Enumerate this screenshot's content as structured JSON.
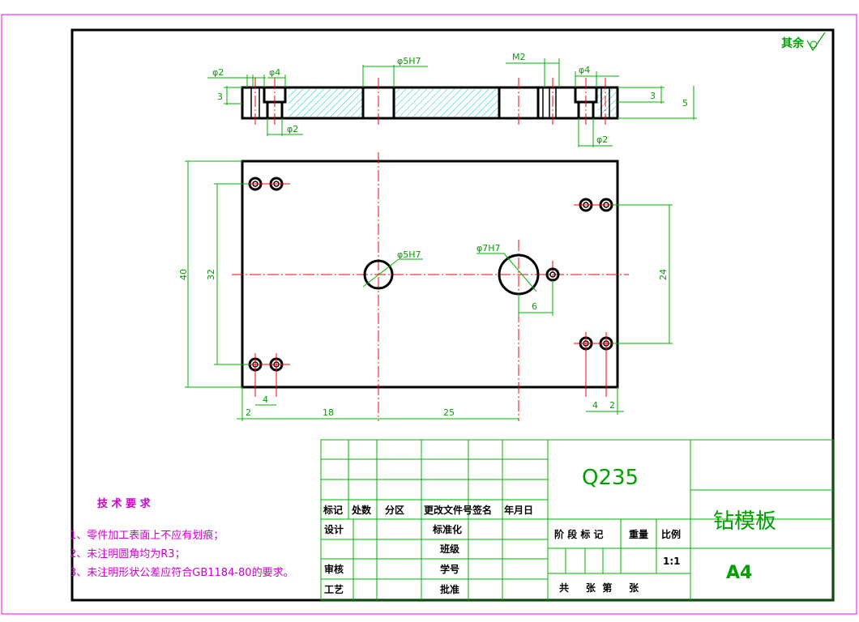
{
  "roughness": {
    "label": "其余"
  },
  "top_view_dims": {
    "d2_left": "φ2",
    "d4_left": "φ4",
    "d5h7": "φ5H7",
    "m2": "M2",
    "d4_right": "φ4",
    "h3_left": "3",
    "h3_right": "3",
    "h5": "5",
    "d2_bottom_left": "φ2",
    "d2_bottom_right": "φ2"
  },
  "front_view_dims": {
    "h40": "40",
    "h32": "32",
    "h24": "24",
    "hole_5h7": "φ5H7",
    "hole_7h7": "φ7H7",
    "offset6": "6",
    "w2_left": "2",
    "w4_left": "4",
    "w18": "18",
    "w25": "25",
    "w4_right": "4",
    "w2_right": "2"
  },
  "tech_requirements": {
    "title": "技 术 要 求",
    "items": [
      "1、零件加工表面上不应有划痕；",
      "2、未注明圆角均为R3；",
      "3、未注明形状公差应符合GB1184-80的要求。"
    ]
  },
  "title_block": {
    "material": "Q235",
    "part_name": "钻模板",
    "sheet_size": "A4",
    "scale": "1:1",
    "headers": [
      "标记",
      "处数",
      "分区",
      "更改文件号",
      "签名",
      "年月日"
    ],
    "row_design": "设计",
    "row_standard": "标准化",
    "row_review": "审核",
    "row_process": "工艺",
    "row_approve": "批准",
    "row_class": "班级",
    "row_id": "学号",
    "stage_mark": "阶 段 标 记",
    "weight": "重量",
    "ratio": "比例",
    "sheets": "共     张  第     张"
  },
  "colors": {
    "outline": "#000000",
    "dimension": "#00b000",
    "centerline": "#ff0000",
    "frame": "#ff00ff",
    "hatch": "#00cccc",
    "tech_text": "#cc00cc"
  }
}
